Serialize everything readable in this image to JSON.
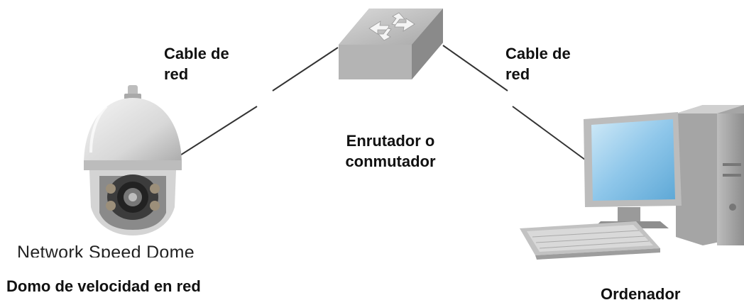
{
  "labels": {
    "cable_left": "Cable de\nred",
    "cable_right": "Cable de\nred",
    "router": "Enrutador o\nconmutador",
    "dome_english": "Network Speed Dome",
    "dome_spanish": "Domo de velocidad en red",
    "computer": "Ordenador"
  },
  "icons": {
    "camera": "speed-dome-camera-icon",
    "router": "network-switch-icon",
    "computer": "desktop-computer-icon"
  },
  "colors": {
    "cable": "#333333",
    "screen": "#8fc7ea",
    "device_gray": "#c9c9c9"
  }
}
